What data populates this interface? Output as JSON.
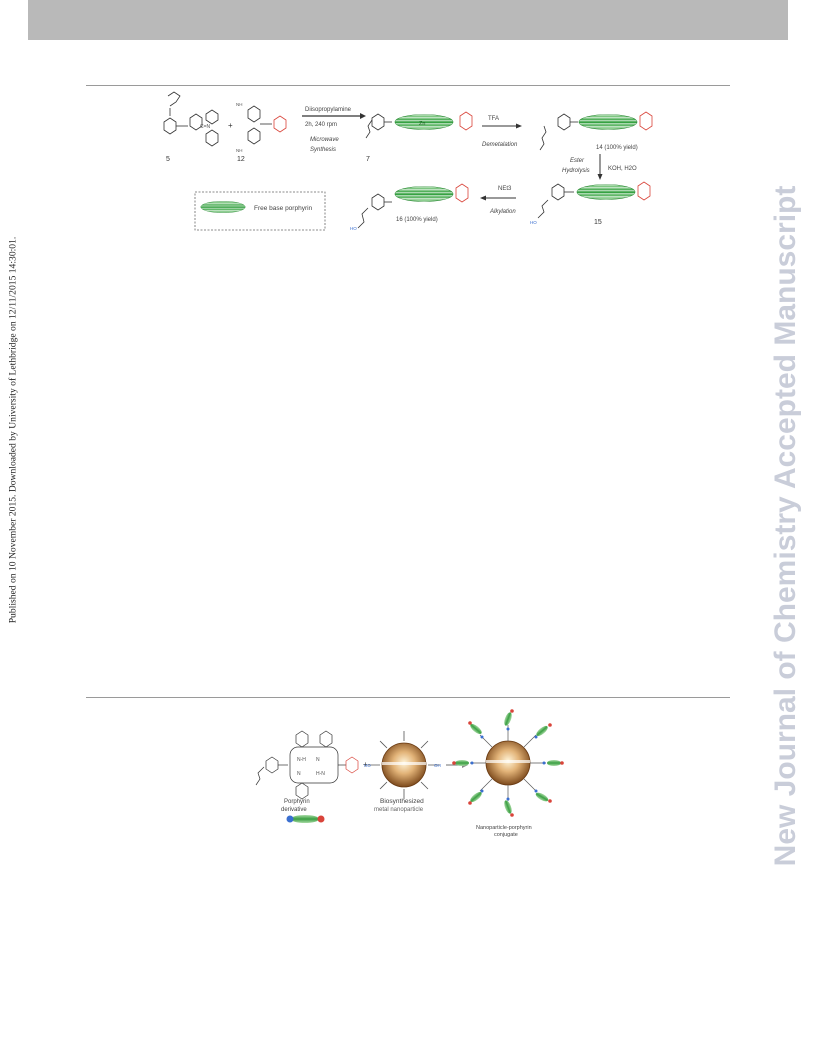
{
  "sidebar": {
    "left_text": "Published on 10 November 2015. Downloaded by University of Lethbridge on 12/11/2015 14:30:01.",
    "right_text": "New Journal of Chemistry Accepted Manuscript"
  },
  "scheme": {
    "compound_labels": [
      "5",
      "12",
      "7",
      "14 (100% yield)",
      "15",
      "16 (100% yield)"
    ],
    "reagent_1": "Diisopropylamine",
    "reagent_2": "2h, 240 rpm",
    "method_line_1": "Microwave",
    "method_line_2": "Synthesis",
    "step_demetalation": "Demetalation",
    "step_reagent_demetalation": "TFA",
    "step_alkylation": "Alkylation",
    "step_reagent_alkylation": "NEt3",
    "step_ester_line_1": "Ester",
    "step_ester_line_2": "Hydrolysis",
    "step_reagent_ester": "KOH, H2O",
    "legend_label": "Free base porphyrin"
  },
  "graphical": {
    "label_porphyrin_1": "Porphyrin",
    "label_porphyrin_2": "derivative",
    "label_np_1": "Biosynthesized",
    "label_np_2": "metal nanoparticle",
    "label_conj_1": "Nanoparticle-porphyrin",
    "label_conj_2": "conjugate"
  },
  "colors": {
    "porphyrin_green": "#3fae4a",
    "accent_red": "#d9443a",
    "nanoparticle_brown": "#a06a32",
    "connector_blue": "#3a6fd0",
    "watermark": "#c9cdd9"
  }
}
